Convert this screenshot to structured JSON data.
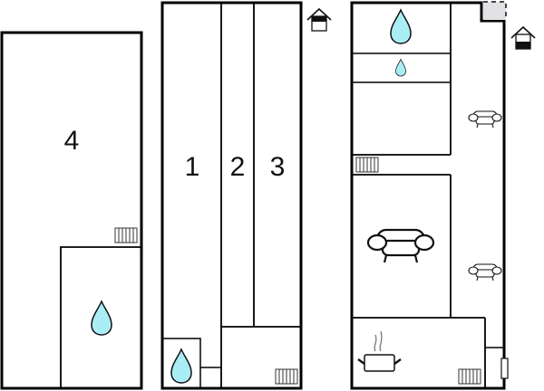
{
  "diagram": {
    "type": "floor-plan",
    "colors": {
      "wall": "#000000",
      "background": "#ffffff",
      "water_fill": "#aaeef5",
      "balcony_fill": "#e2e2e6"
    },
    "floors": [
      {
        "name": "left-floor",
        "rooms": [
          {
            "id": "room-4",
            "label": "4",
            "type": "bedroom"
          },
          {
            "id": "bathroom-left",
            "label": "",
            "type": "bathroom",
            "icons": [
              "water-drop-icon"
            ]
          }
        ],
        "icons": [
          "radiator-icon"
        ]
      },
      {
        "name": "middle-floor",
        "rooms": [
          {
            "id": "room-1",
            "label": "1",
            "type": "bedroom"
          },
          {
            "id": "room-2",
            "label": "2",
            "type": "bedroom"
          },
          {
            "id": "room-3",
            "label": "3",
            "type": "bedroom"
          },
          {
            "id": "bathroom-middle",
            "label": "",
            "type": "bathroom",
            "icons": [
              "water-drop-icon"
            ]
          },
          {
            "id": "hall-middle",
            "label": "",
            "type": "hall",
            "icons": [
              "radiator-icon"
            ]
          }
        ],
        "icons": [
          "entrance-house-icon"
        ]
      },
      {
        "name": "right-floor",
        "rooms": [
          {
            "id": "bathroom-right",
            "label": "",
            "type": "bathroom",
            "icons": [
              "water-drop-icon"
            ]
          },
          {
            "id": "toilet-right",
            "label": "",
            "type": "toilet",
            "icons": [
              "water-drop-small-icon"
            ]
          },
          {
            "id": "room-right-upper",
            "label": "",
            "type": "room"
          },
          {
            "id": "living-room",
            "label": "",
            "type": "living",
            "icons": [
              "sofa-icon"
            ]
          },
          {
            "id": "kitchen",
            "label": "",
            "type": "kitchen",
            "icons": [
              "cooking-pot-icon",
              "radiator-icon"
            ]
          },
          {
            "id": "corridor",
            "label": "",
            "type": "corridor",
            "icons": [
              "armchair-icon",
              "armchair-icon"
            ]
          }
        ],
        "icons": [
          "entrance-house-icon",
          "radiator-icon",
          "balcony-area",
          "door-icon"
        ]
      }
    ]
  },
  "labels": {
    "room4": "4",
    "room1": "1",
    "room2": "2",
    "room3": "3"
  }
}
